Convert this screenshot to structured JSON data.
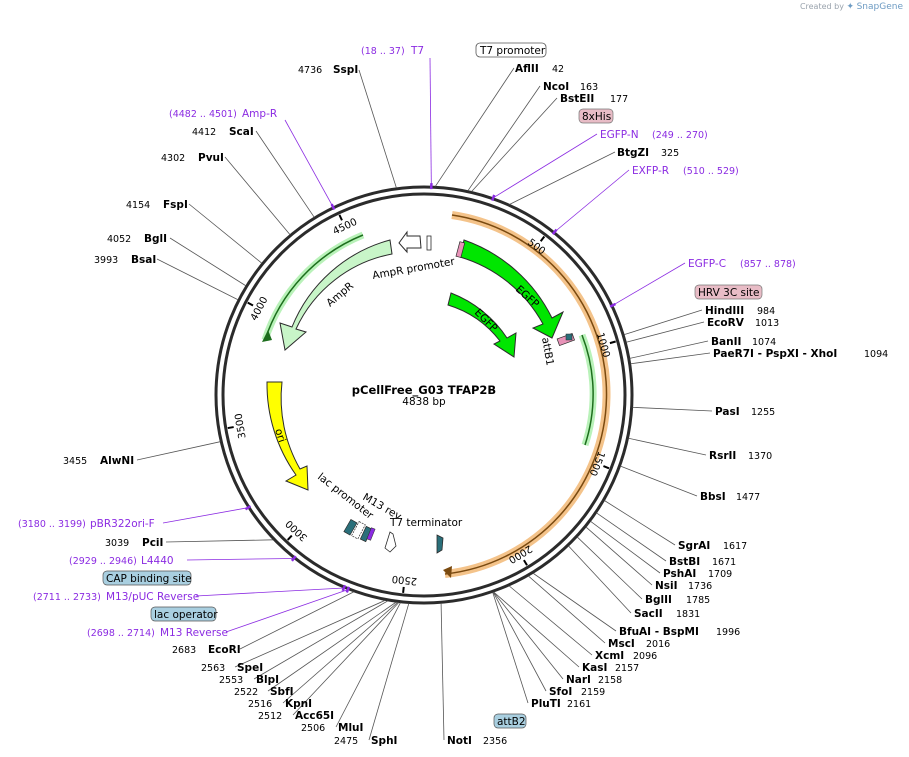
{
  "credit": {
    "prefix": "Created by",
    "brand": "SnapGene"
  },
  "plasmid": {
    "name": "pCellFree_G03 TFAP2B",
    "size_label": "4838 bp",
    "length": 4838
  },
  "ticks": [
    {
      "label": "500",
      "bp": 500
    },
    {
      "label": "1000",
      "bp": 1000
    },
    {
      "label": "1500",
      "bp": 1500
    },
    {
      "label": "2000",
      "bp": 2000
    },
    {
      "label": "2500",
      "bp": 2500
    },
    {
      "label": "3000",
      "bp": 3000
    },
    {
      "label": "3500",
      "bp": 3500
    },
    {
      "label": "4000",
      "bp": 4000
    },
    {
      "label": "4500",
      "bp": 4500
    }
  ],
  "enzymes": [
    {
      "name": "SspI",
      "pos": "4736",
      "bp": 4736
    },
    {
      "name": "AflII",
      "pos": "42",
      "bp": 42
    },
    {
      "name": "NcoI",
      "pos": "163",
      "bp": 163
    },
    {
      "name": "BstEII",
      "pos": "177",
      "bp": 177
    },
    {
      "name": "BtgZI",
      "pos": "325",
      "bp": 325
    },
    {
      "name": "HindIII",
      "pos": "984",
      "bp": 984
    },
    {
      "name": "EcoRV",
      "pos": "1013",
      "bp": 1013
    },
    {
      "name": "BanII",
      "pos": "1074",
      "bp": 1074
    },
    {
      "name": "PaeR7I - PspXI - XhoI",
      "pos": "1094",
      "bp": 1094
    },
    {
      "name": "PasI",
      "pos": "1255",
      "bp": 1255
    },
    {
      "name": "RsrII",
      "pos": "1370",
      "bp": 1370
    },
    {
      "name": "BbsI",
      "pos": "1477",
      "bp": 1477
    },
    {
      "name": "SgrAI",
      "pos": "1617",
      "bp": 1617
    },
    {
      "name": "BstBI",
      "pos": "1671",
      "bp": 1671
    },
    {
      "name": "PshAI",
      "pos": "1709",
      "bp": 1709
    },
    {
      "name": "NsiI",
      "pos": "1736",
      "bp": 1736
    },
    {
      "name": "BglII",
      "pos": "1785",
      "bp": 1785
    },
    {
      "name": "SacII",
      "pos": "1831",
      "bp": 1831
    },
    {
      "name": "BfuAI - BspMI",
      "pos": "1996",
      "bp": 1996
    },
    {
      "name": "MscI",
      "pos": "2016",
      "bp": 2016
    },
    {
      "name": "XcmI",
      "pos": "2096",
      "bp": 2096
    },
    {
      "name": "KasI",
      "pos": "2157",
      "bp": 2157
    },
    {
      "name": "NarI",
      "pos": "2158",
      "bp": 2158
    },
    {
      "name": "SfoI",
      "pos": "2159",
      "bp": 2159
    },
    {
      "name": "PluTI",
      "pos": "2161",
      "bp": 2161
    },
    {
      "name": "NotI",
      "pos": "2356",
      "bp": 2356
    },
    {
      "name": "SphI",
      "pos": "2475",
      "bp": 2475
    },
    {
      "name": "MluI",
      "pos": "2506",
      "bp": 2506
    },
    {
      "name": "Acc65I",
      "pos": "2512",
      "bp": 2512
    },
    {
      "name": "KpnI",
      "pos": "2516",
      "bp": 2516
    },
    {
      "name": "SbfI",
      "pos": "2522",
      "bp": 2522
    },
    {
      "name": "BlpI",
      "pos": "2553",
      "bp": 2553
    },
    {
      "name": "SpeI",
      "pos": "2563",
      "bp": 2563
    },
    {
      "name": "EcoRI",
      "pos": "2683",
      "bp": 2683
    },
    {
      "name": "PciI",
      "pos": "3039",
      "bp": 3039
    },
    {
      "name": "AlwNI",
      "pos": "3455",
      "bp": 3455
    },
    {
      "name": "BsaI",
      "pos": "3993",
      "bp": 3993
    },
    {
      "name": "BglI",
      "pos": "4052",
      "bp": 4052
    },
    {
      "name": "FspI",
      "pos": "4154",
      "bp": 4154
    },
    {
      "name": "PvuI",
      "pos": "4302",
      "bp": 4302
    },
    {
      "name": "ScaI",
      "pos": "4412",
      "bp": 4412
    }
  ],
  "primers": [
    {
      "name": "T7",
      "range": "(18 .. 37)",
      "bp": 27
    },
    {
      "name": "EGFP-N",
      "range": "(249 .. 270)",
      "bp": 260
    },
    {
      "name": "EXFP-R",
      "range": "(510 .. 529)",
      "bp": 520
    },
    {
      "name": "EGFP-C",
      "range": "(857 .. 878)",
      "bp": 868
    },
    {
      "name": "pBR322ori-F",
      "range": "(3180 .. 3199)",
      "bp": 3190
    },
    {
      "name": "L4440",
      "range": "(2929 .. 2946)",
      "bp": 2937
    },
    {
      "name": "M13/pUC Reverse",
      "range": "(2711 .. 2733)",
      "bp": 2722
    },
    {
      "name": "M13 Reverse",
      "range": "(2698 .. 2714)",
      "bp": 2706
    },
    {
      "name": "Amp-R",
      "range": "(4482 .. 4501)",
      "bp": 4491
    }
  ],
  "boxed_features": [
    {
      "name": "T7 promoter",
      "style": "outline"
    },
    {
      "name": "8xHis",
      "style": "pink"
    },
    {
      "name": "HRV 3C site",
      "style": "pink"
    },
    {
      "name": "CAP binding site",
      "style": "blue"
    },
    {
      "name": "lac operator",
      "style": "blue"
    },
    {
      "name": "attB2",
      "style": "blue"
    }
  ],
  "features": [
    {
      "name": "EGFP",
      "color": "#00e600"
    },
    {
      "name": "EGFP",
      "color": "#00e600"
    },
    {
      "name": "attB1",
      "color": "#2e8b57"
    },
    {
      "name": "AmpR",
      "color": "#c8f5c8"
    },
    {
      "name": "AmpR promoter",
      "color": "#ffffff"
    },
    {
      "name": "ori",
      "color": "#ffff00"
    },
    {
      "name": "lac promoter",
      "color": "#ffffff"
    },
    {
      "name": "M13 rev",
      "color": "#ffffff"
    },
    {
      "name": "T7 terminator",
      "color": "#2a6f7a"
    }
  ],
  "colors": {
    "backbone": "#2b2b2b",
    "primer": "#8b2be2",
    "orf_highlight": "#f4c38a",
    "pink_box": "#e8bcc6",
    "blue_box": "#a9cfe0"
  }
}
